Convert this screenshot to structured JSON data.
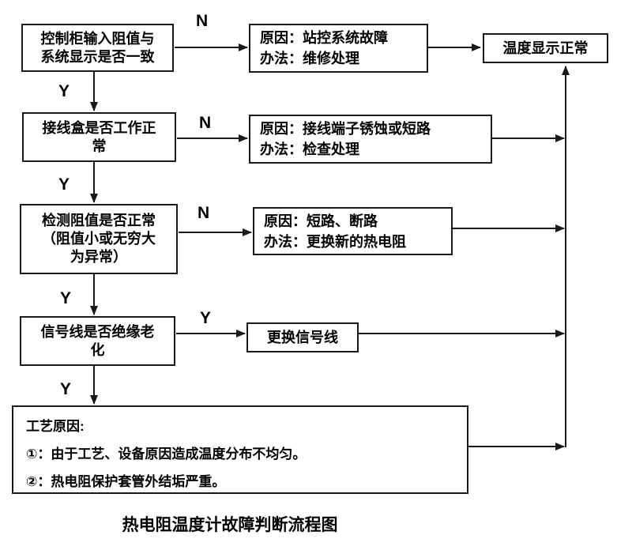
{
  "title": "热电阻温度计故障判断流程图",
  "nodes": {
    "decision1": "控制柜输入阻值与\n系统显示是否一致",
    "result1": "原因：站控系统故障\n办法：维修处理",
    "normal": "温度显示正常",
    "decision2": "接线盒是否工作正\n常",
    "result2": "原因：接线端子锈蚀或短路\n办法：检查处理",
    "decision3": "检测阻值是否正常\n（阻值小或无穷大\n为异常）",
    "result3": "原因：短路、断路\n办法：更换新的热电阻",
    "decision4": "信号线是否绝缘老\n化",
    "action4": "更换信号线",
    "process": "工艺原因:\n①：由于工艺、设备原因造成温度分布不均匀。\n②：热电阻保护套管外结垢严重。"
  },
  "edge_labels": {
    "n1": "N",
    "y1": "Y",
    "n2": "N",
    "y2": "Y",
    "n3": "N",
    "y3": "Y",
    "y4": "Y",
    "y5": "Y"
  },
  "colors": {
    "line": "#1a1a1a",
    "background": "#ffffff",
    "text": "#000000"
  }
}
